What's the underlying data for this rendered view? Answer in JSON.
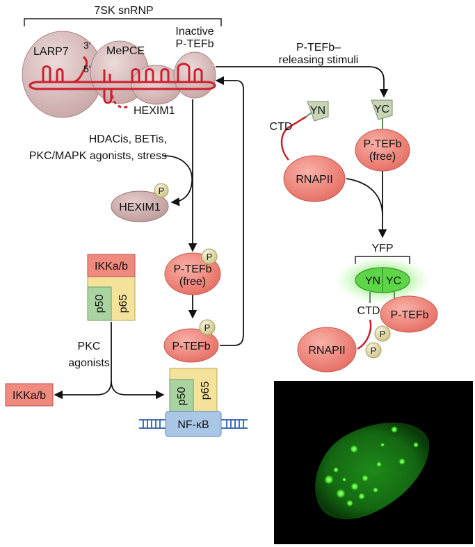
{
  "complex": {
    "title": "7SK snRNP",
    "larp7": "LARP7",
    "mepce": "MePCE",
    "inactive_line1": "Inactive",
    "inactive_line2": "P-TEFb",
    "hexim1": "HEXIM1",
    "three_prime": "3′",
    "five_prime": "5′"
  },
  "stimuli": {
    "releasing_line1": "P-TEFb–",
    "releasing_line2": "releasing stimuli",
    "agonists_line1": "HDACis, BETis,",
    "agonists_line2": "PKC/MAPK agonists, stress",
    "pkc_line1": "PKC",
    "pkc_line2": "agonists"
  },
  "proteins": {
    "hexim1_p": "HEXIM1",
    "phospho": "P",
    "ptefb": "P-TEFb",
    "free": "(free)",
    "ikk": "IKKa/b",
    "p50": "p50",
    "p65": "p65",
    "nfkb": "NF-κB",
    "rnapii": "RNAPII",
    "ctd": "CTD",
    "yn": "YN",
    "yc": "YC",
    "yfp": "YFP"
  },
  "colors": {
    "complex_fill": "#d9bcbc",
    "complex_stroke": "#9a7878",
    "rna_red": "#cc1f2e",
    "salmon": "#f2867c",
    "salmon_stroke": "#c45a52",
    "ikk_fill": "#f08a7e",
    "p50_green": "#a9d3a0",
    "p65_yellow": "#f4e29a",
    "phos_fill": "#e9e1ae",
    "yfp_green": "#6ed85a",
    "nfkb_blue": "#a9c6e6",
    "dna_blue": "#3f6fb5",
    "tag_green": "#c7d4b5"
  }
}
